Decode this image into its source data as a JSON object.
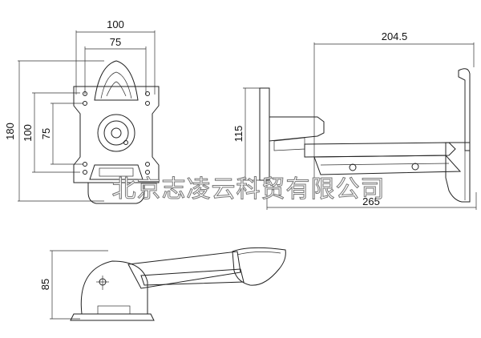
{
  "front_view": {
    "width_outer": "100",
    "width_inner": "75",
    "height_outer": "180",
    "height_mid": "100",
    "height_inner": "75"
  },
  "side_view": {
    "arm_length": "204.5",
    "plate_height": "115",
    "total_depth": "265"
  },
  "top_view": {
    "height": "85"
  },
  "watermark": "北京志凌云科贸有限公司"
}
